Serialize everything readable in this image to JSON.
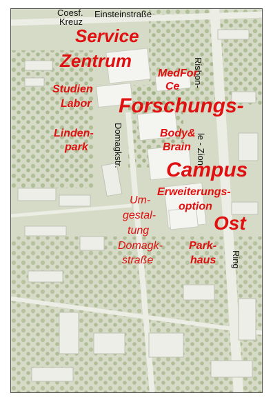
{
  "map": {
    "street_labels": {
      "coesf_kreuz_1": "Coesf.",
      "coesf_kreuz_2": "Kreuz",
      "einsteinstrasse": "Einsteinstraße",
      "rishon_1": "Rishon-",
      "rishon_2": "le - Zion",
      "domagkstr": "Domagkstr.",
      "ring": "Ring"
    },
    "area_labels": {
      "service_1": "Service",
      "service_2": "Zentrum",
      "medforce_1": "MedFor",
      "medforce_2": "Ce",
      "studien_1": "Studien",
      "studien_2": "Labor",
      "forschungs": "Forschungs-",
      "linden_1": "Linden-",
      "linden_2": "park",
      "body_1": "Body&",
      "body_2": "Brain",
      "campus": "Campus",
      "erweiterung_1": "Erweiterungs-",
      "erweiterung_2": "option",
      "umgestaltung_1": "Um-",
      "umgestaltung_2": "gestal-",
      "umgestaltung_3": "tung",
      "umgestaltung_4": "Domagk-",
      "umgestaltung_5": "straße",
      "ost": "Ost",
      "parkhaus_1": "Park-",
      "parkhaus_2": "haus"
    },
    "colors": {
      "label_red": "#e01010",
      "street_text": "#111111",
      "ground": "#d8dccb",
      "roads": "#e9ebe2",
      "trees": "#a9b98e",
      "buildings": "#f4f4f0"
    }
  }
}
